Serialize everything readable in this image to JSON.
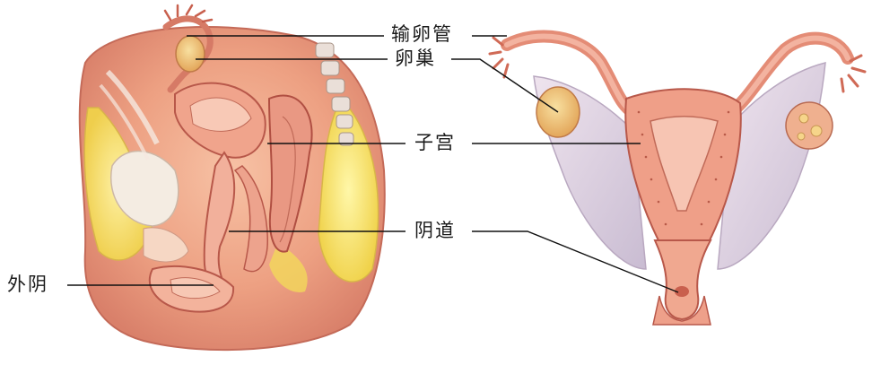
{
  "labels": {
    "fallopian_tube": "输卵管",
    "ovary": "卵巢",
    "uterus": "子宫",
    "vagina": "阴道",
    "vulva": "外阴"
  }
}
